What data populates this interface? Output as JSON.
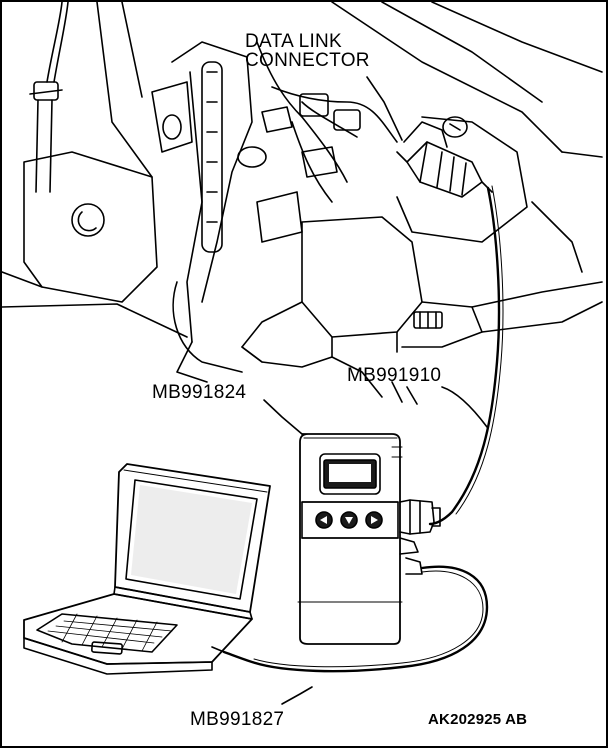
{
  "labels": {
    "data_link_connector_line1": "DATA LINK",
    "data_link_connector_line2": "CONNECTOR",
    "mb991824": "MB991824",
    "mb991910": "MB991910",
    "mb991827": "MB991827",
    "figure_code": "AK202925 AB"
  },
  "colors": {
    "ink": "#000000",
    "paper": "#ffffff",
    "shade": "#1a1a1a"
  },
  "icons": {
    "scan_tool_buttons": [
      "left-arrow-icon",
      "down-arrow-icon",
      "right-arrow-icon"
    ]
  }
}
